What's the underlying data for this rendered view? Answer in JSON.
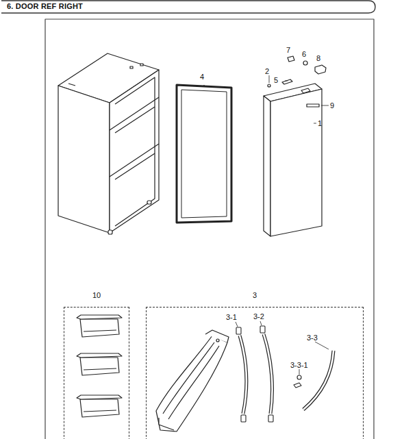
{
  "diagram": {
    "title": "6. DOOR REF RIGHT",
    "nodes": [
      {
        "text": [
          "10"
        ]
      },
      {
        "text": [
          "3"
        ]
      }
    ],
    "edges": [],
    "labels": [
      "4",
      "2",
      "7",
      "6",
      "8",
      "5",
      "9",
      "1",
      "3-1",
      "3-2",
      "3-3",
      "3-3-1"
    ]
  }
}
